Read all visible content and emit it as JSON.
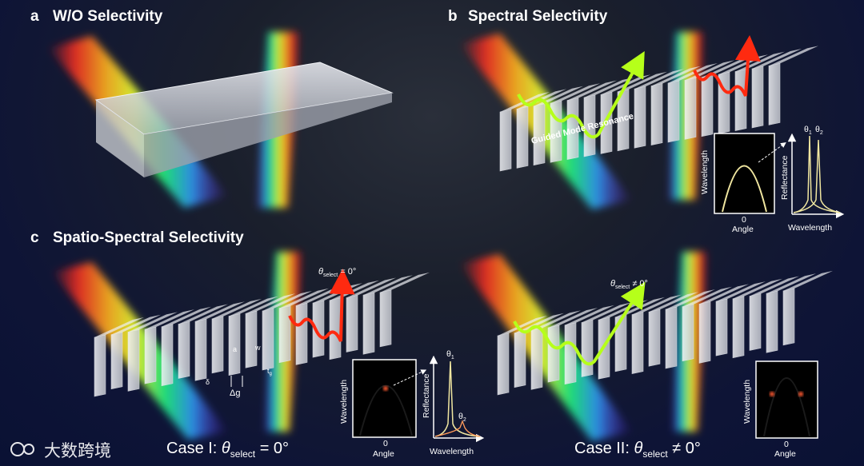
{
  "panels": {
    "a": {
      "letter": "a",
      "title": "W/O Selectivity"
    },
    "b": {
      "letter": "b",
      "title": "Spectral Selectivity",
      "guided_label": "Guided Mode Resonance"
    },
    "c": {
      "letter": "c",
      "title": "Spatio-Spectral Selectivity"
    }
  },
  "insets": {
    "wavelength": "Wavelength",
    "angle": "Angle",
    "zero": "0",
    "reflectance": "Reflectance",
    "theta1": "θ",
    "theta1_sub": "1",
    "theta2": "θ",
    "theta2_sub": "2"
  },
  "annotations": {
    "theta_eq": {
      "theta": "θ",
      "sub": "select",
      "rest": " = 0°"
    },
    "theta_neq": {
      "theta": "θ",
      "sub": "select",
      "rest": " ≠ 0°"
    },
    "dims": {
      "delta": "δ",
      "delta_g": "Δg",
      "t_g": "t",
      "t_g_sub": "g",
      "w": "w",
      "a": "a"
    }
  },
  "captions": {
    "case1": {
      "prefix": "Case I: ",
      "theta": "θ",
      "sub": "select",
      "rest": " = 0°"
    },
    "case2": {
      "prefix": "Case II: ",
      "theta": "θ",
      "sub": "select",
      "rest": " ≠ 0°"
    }
  },
  "watermark": {
    "text": "大数跨境"
  },
  "colors": {
    "background": "#0e1436",
    "red_arrow": "#ff2a10",
    "green_arrow": "#b6ff1a",
    "plate": "#c9ccd2"
  }
}
